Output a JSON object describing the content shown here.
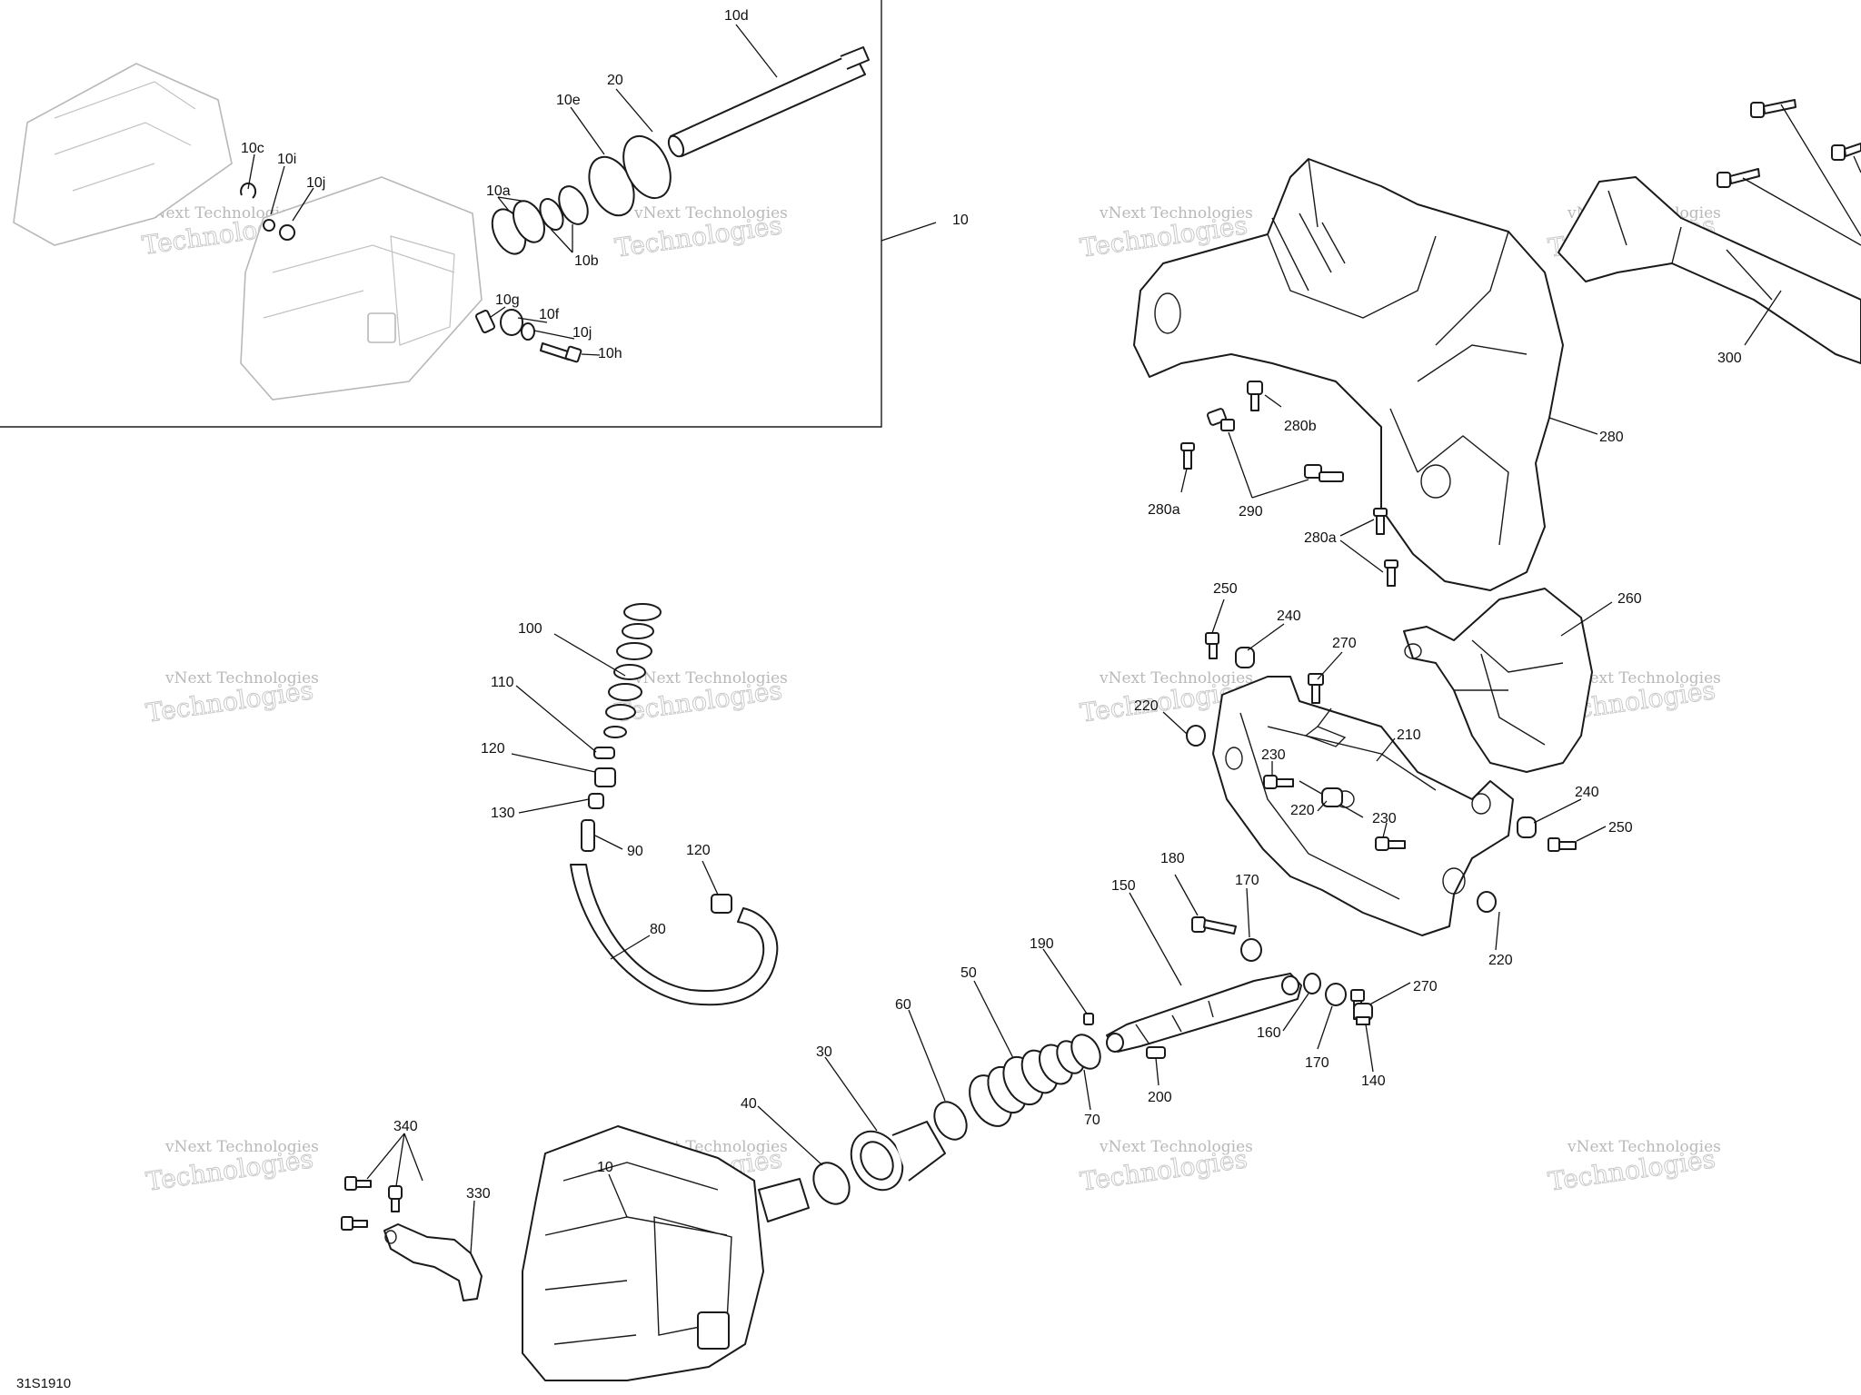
{
  "figure_code": "31S1910",
  "watermark": {
    "line1": "vNext Technologies",
    "line2": "Technologies"
  },
  "callouts": {
    "c10d": "10d",
    "c20": "20",
    "c10e": "10e",
    "c10c": "10c",
    "c10i": "10i",
    "c10j_top": "10j",
    "c10a": "10a",
    "c10b": "10b",
    "c10_inset": "10",
    "c10g": "10g",
    "c10f": "10f",
    "c10j": "10j",
    "c10h": "10h",
    "c280": "280",
    "c280b": "280b",
    "c280a_left": "280a",
    "c290": "290",
    "c280a_right": "280a",
    "c300": "300",
    "c250_top": "250",
    "c240_top": "240",
    "c270_top": "270",
    "c260": "260",
    "c220_left": "220",
    "c210": "210",
    "c230_top": "230",
    "c220_mid": "220",
    "c230_mid": "230",
    "c240_right": "240",
    "c250_right": "250",
    "c220_bottom": "220",
    "c270_bottom": "270",
    "c100": "100",
    "c110": "110",
    "c120_left": "120",
    "c130": "130",
    "c90": "90",
    "c120_right": "120",
    "c80": "80",
    "c180": "180",
    "c170_top": "170",
    "c150": "150",
    "c190": "190",
    "c160": "160",
    "c170_bottom": "170",
    "c140": "140",
    "c200": "200",
    "c50": "50",
    "c60": "60",
    "c70": "70",
    "c30": "30",
    "c40": "40",
    "c10_main": "10",
    "c340": "340",
    "c330": "330"
  }
}
